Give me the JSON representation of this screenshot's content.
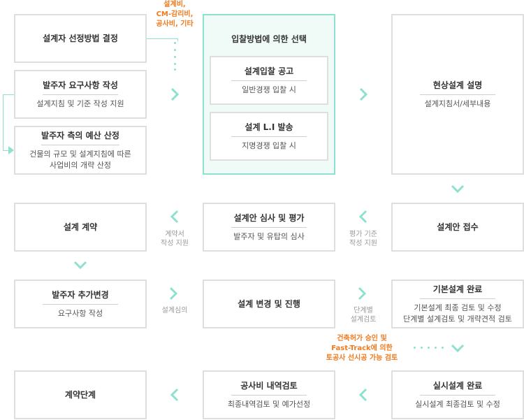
{
  "row1": {
    "select_method": {
      "title": "설계자 선정방법 결정"
    },
    "requirements": {
      "title": "발주자 요구사항 작성",
      "sub": "설계지침 및 기준 작성 지원"
    },
    "budget": {
      "title": "발주자 측의 예산 산정",
      "sub1": "건물의 규모 및 설계지침에 따른",
      "sub2": "사업비의 개략 산정"
    },
    "bid_group": {
      "title": "입찰방법에 의한 선택",
      "open_bid": {
        "title": "설계입찰 공고",
        "sub": "일반경쟁 입찰 시"
      },
      "li_issue": {
        "title": "설계 L.I 발송",
        "sub": "지명경쟁 입찰 시"
      }
    },
    "field_explain": {
      "title": "현상설계 설명",
      "sub": "설계지침서/세부내용"
    },
    "fee_note": {
      "l1": "설계비,",
      "l2": "CM-감리비,",
      "l3": "공사비, 기타"
    }
  },
  "row2": {
    "contract": {
      "title": "설계 계약"
    },
    "review": {
      "title": "설계안 심사 및 평가",
      "sub": "발주자 및 유탑의 심사"
    },
    "receive": {
      "title": "설계안 접수"
    },
    "label_contract": {
      "l1": "계약서",
      "l2": "작성 지원"
    },
    "label_eval": {
      "l1": "평가 기준",
      "l2": "작성 지원"
    }
  },
  "row3": {
    "owner_change": {
      "title": "발주자 추가변경",
      "sub": "요구사항 작성"
    },
    "design_change": {
      "title": "설계 변경 및 진행"
    },
    "basic_done": {
      "title": "기본설계 완료",
      "sub1": "기본설계 최종 검토 및 수정",
      "sub2": "단계별 설계검토 및 개략견적 검토"
    },
    "label_review": {
      "l1": "설계심의"
    },
    "label_stage": {
      "l1": "단계별",
      "l2": "설계검토"
    },
    "permit_note": {
      "l1": "건축허가 승인 및",
      "l2": "Fast-Track에 의한",
      "l3": "토공사 선시공 가능 검토"
    }
  },
  "row4": {
    "contract_stage": {
      "title": "계약단계"
    },
    "cost_review": {
      "title": "공사비 내역검토",
      "sub": "최종내역검토 및 예가선정"
    },
    "detail_done": {
      "title": "실시설계 완료",
      "sub": "실시설계 최종검토 및 수정"
    }
  },
  "colors": {
    "accent": "#8ee0cf",
    "border": "#dedede",
    "note": "#f07a1e"
  },
  "icons": {
    "flow_arrow": "chevron-icon"
  }
}
